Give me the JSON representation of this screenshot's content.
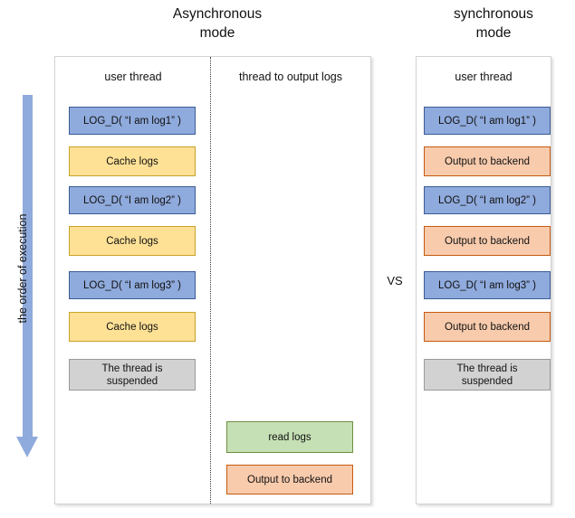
{
  "titles": {
    "async": "Asynchronous\nmode",
    "sync": "synchronous\nmode"
  },
  "vs_label": "VS",
  "order_arrow": {
    "label": "the order of execution",
    "direction": "down",
    "color": "#8FAADC"
  },
  "colors": {
    "log_fill": "#8FAADC",
    "log_border": "#3A5C96",
    "cache_fill": "#FFE196",
    "cache_border": "#C9A227",
    "output_fill": "#F8CBAD",
    "output_border": "#C55A11",
    "read_fill": "#C5E0B4",
    "read_border": "#6F8E42",
    "suspend_fill": "#D2D2D2",
    "suspend_border": "#9A9A9A",
    "panel_border": "#D3D3D3",
    "divider": "#3A3A3A"
  },
  "async_panel": {
    "user_thread": {
      "heading": "user thread",
      "steps": [
        {
          "label": "LOG_D( “I am log1” )",
          "kind": "log"
        },
        {
          "label": "Cache logs",
          "kind": "cache"
        },
        {
          "label": "LOG_D( “I am log2” )",
          "kind": "log"
        },
        {
          "label": "Cache logs",
          "kind": "cache"
        },
        {
          "label": "LOG_D( “I am log3” )",
          "kind": "log"
        },
        {
          "label": "Cache logs",
          "kind": "cache"
        },
        {
          "label": "The thread is\nsuspended",
          "kind": "suspend"
        }
      ]
    },
    "output_thread": {
      "heading": "thread to output logs",
      "steps": [
        {
          "label": "read logs",
          "kind": "read"
        },
        {
          "label": "Output to backend",
          "kind": "output"
        }
      ]
    }
  },
  "sync_panel": {
    "user_thread": {
      "heading": "user thread",
      "steps": [
        {
          "label": "LOG_D( “I am log1” )",
          "kind": "log"
        },
        {
          "label": "Output to backend",
          "kind": "output"
        },
        {
          "label": "LOG_D( “I am log2” )",
          "kind": "log"
        },
        {
          "label": "Output to backend",
          "kind": "output"
        },
        {
          "label": "LOG_D( “I am log3” )",
          "kind": "log"
        },
        {
          "label": "Output to backend",
          "kind": "output"
        },
        {
          "label": "The thread is\nsuspended",
          "kind": "suspend"
        }
      ]
    }
  }
}
